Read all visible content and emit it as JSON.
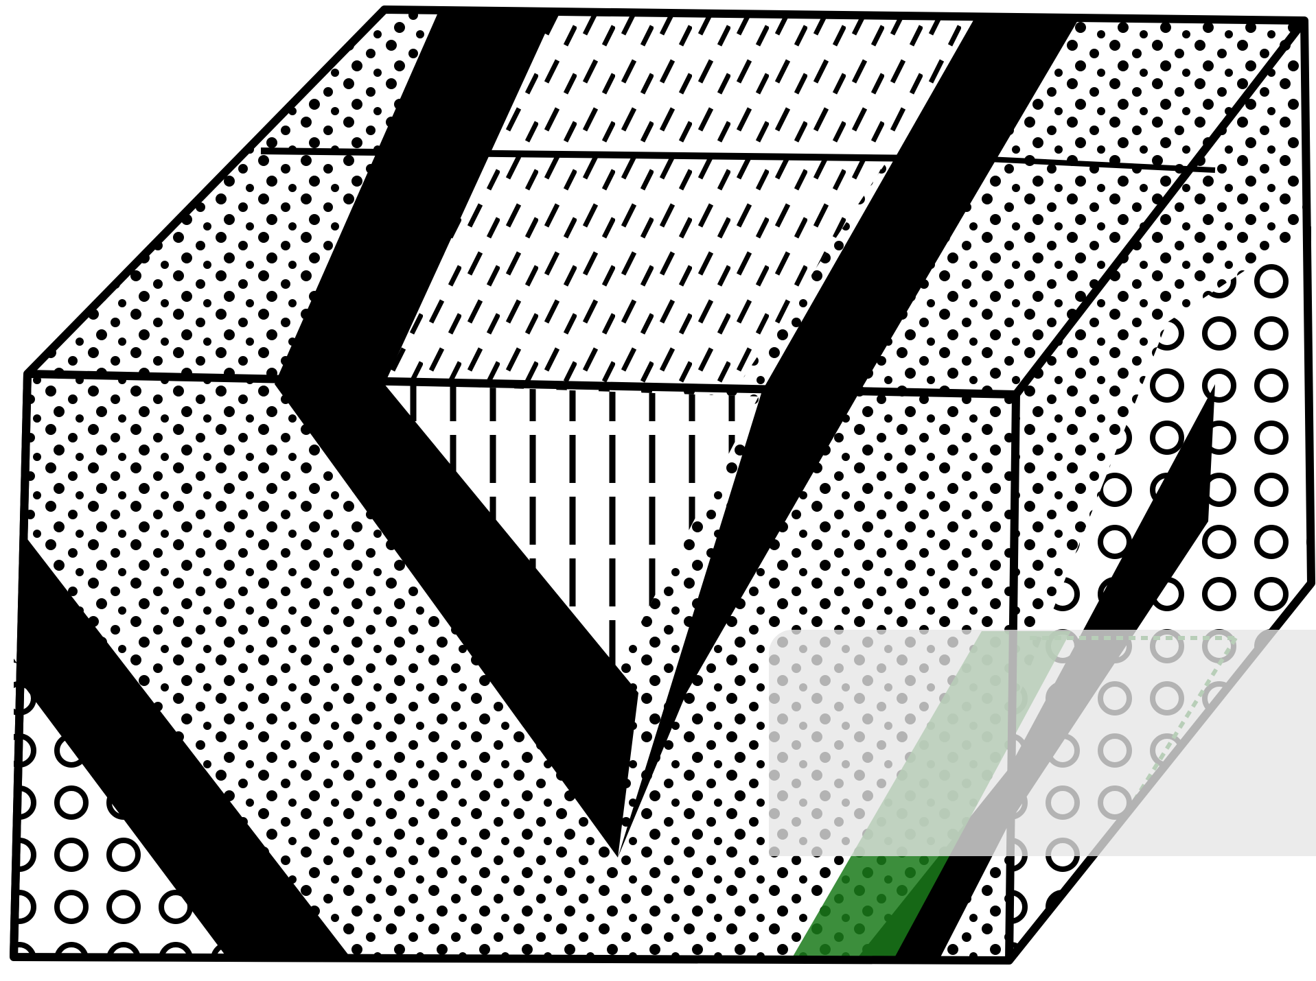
{
  "figure": {
    "kind": "geological block diagram",
    "ink_color": "#000000",
    "background_color": "#ffffff",
    "highlight_color": "#1a7a1a",
    "overlay_color": "#e6e6e6",
    "patterns": [
      "stipple-dots",
      "diagonal-dashes",
      "vertical-dashes",
      "circles"
    ],
    "has_v_shaped_band": true,
    "has_green_highlighted_band": true,
    "has_gray_overlay_panel": true
  }
}
